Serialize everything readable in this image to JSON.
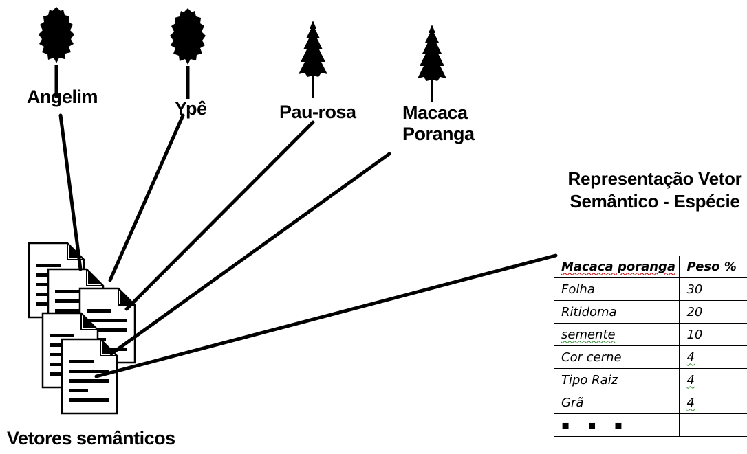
{
  "trees": [
    {
      "label": "Angelim",
      "icon": "deciduous-tree-icon"
    },
    {
      "label": "Ypê",
      "icon": "deciduous-tree-icon"
    },
    {
      "label": "Pau-rosa",
      "icon": "conifer-tree-icon"
    },
    {
      "label": "Macaca Poranga",
      "icon": "conifer-tree-icon"
    }
  ],
  "documents_label": "Vetores semânticos",
  "documents_icon": "document-stack-icon",
  "representation_title": "Representação Vetor Semântico - Espécie",
  "table": {
    "headers": [
      "Macaca poranga",
      "Peso %"
    ],
    "rows": [
      [
        "Folha",
        "30"
      ],
      [
        "Ritidoma",
        "20"
      ],
      [
        "semente",
        "10"
      ],
      [
        "Cor cerne",
        "4"
      ],
      [
        "Tipo Raiz",
        "4"
      ],
      [
        "Grã",
        "4"
      ],
      [
        "▪ ▪ ▪",
        ""
      ]
    ]
  },
  "colors": {
    "ink": "#000000",
    "spellcheck": "#c00000"
  }
}
